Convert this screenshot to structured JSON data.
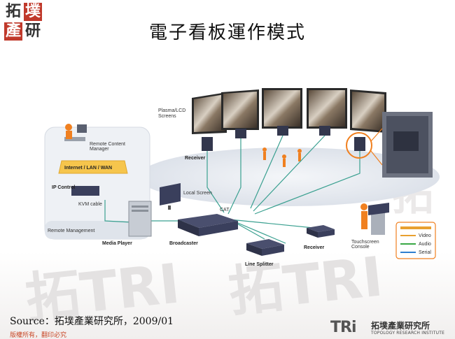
{
  "slide": {
    "title": "電子看板運作模式",
    "source": "Source：拓墣產業研究所，2009/01",
    "copyright": "版權所有，翻印必究"
  },
  "logo_top": {
    "chars": [
      "拓",
      "墣",
      "產",
      "研"
    ]
  },
  "logo_bottom": {
    "brand": "TRi",
    "name_cn": "拓墣產業研究所",
    "name_en": "TOPOLOGY RESEARCH INSTITUTE"
  },
  "diagram": {
    "labels": {
      "plasma": "Plasma/LCD",
      "screens": "Screens",
      "receiver_top": "Receiver",
      "remote_content_1": "Remote Content",
      "remote_content_2": "Manager",
      "network": "Internet / LAN / WAN",
      "ip_control": "IP Control",
      "kvm": "KVM cable",
      "remote_management": "Remote Management",
      "local_screen": "Local Screen",
      "cat": "CAT",
      "media_player": "Media Player",
      "broadcaster": "Broadcaster",
      "line_splitter": "Line Splitter",
      "receiver_bottom": "Receiver",
      "touchscreen_1": "Touchscreen",
      "touchscreen_2": "Console"
    },
    "legend": [
      {
        "label": "Video",
        "color": "#e8a030"
      },
      {
        "label": "Audio",
        "color": "#39a845"
      },
      {
        "label": "Serial",
        "color": "#2f7fd0"
      }
    ],
    "colors": {
      "cable": "#3aa090",
      "orange": "#f08020",
      "device": "#3a3f5c",
      "floor": "#e6eaf0"
    }
  }
}
